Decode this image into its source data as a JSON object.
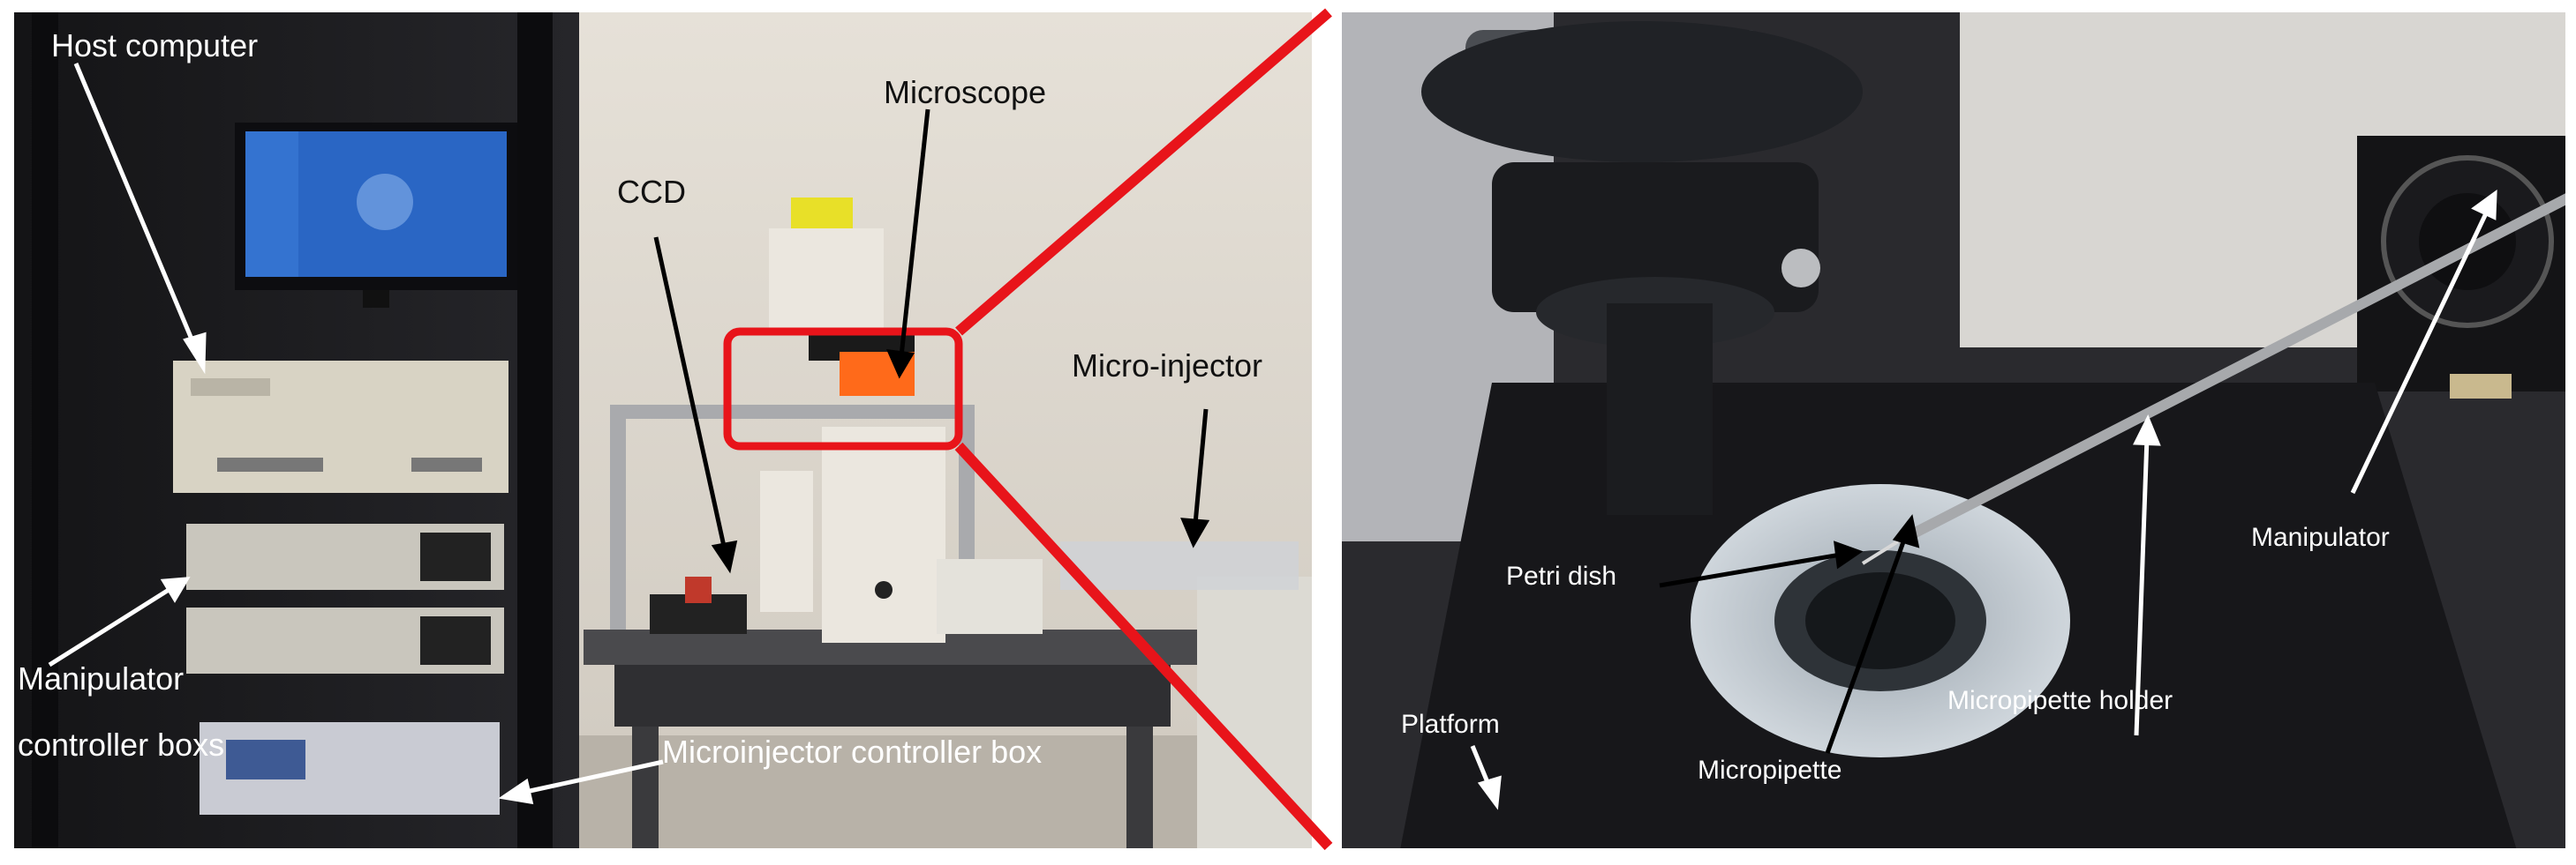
{
  "left_panel": {
    "labels": {
      "host_computer": "Host computer",
      "microscope": "Microscope",
      "ccd": "CCD",
      "micro_injector": "Micro-injector",
      "manipulator_line1": "Manipulator",
      "manipulator_line2": "controller boxs",
      "microinjector_controller": "Microinjector  controller  box"
    }
  },
  "right_panel": {
    "labels": {
      "petri_dish": "Petri dish",
      "manipulator": "Manipulator",
      "micropipette_holder": "Micropipette holder",
      "platform": "Platform",
      "micropipette": "Micropipette"
    }
  },
  "colors": {
    "zoom_highlight": "#e8141a",
    "left_arrows": "#ffffff",
    "right_arrows": "#ffffff"
  }
}
